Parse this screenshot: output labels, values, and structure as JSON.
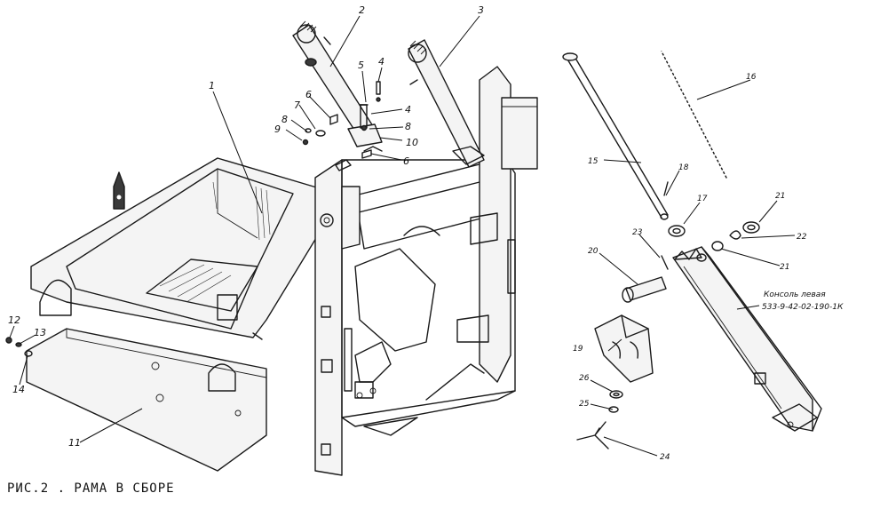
{
  "caption": "РИС.2 . РАМА В СБОРЕ",
  "callouts": [
    {
      "id": "c1",
      "text": "1"
    },
    {
      "id": "c2",
      "text": "2"
    },
    {
      "id": "c3",
      "text": "3"
    },
    {
      "id": "c4a",
      "text": "4"
    },
    {
      "id": "c4b",
      "text": "4"
    },
    {
      "id": "c5",
      "text": "5"
    },
    {
      "id": "c6a",
      "text": "6"
    },
    {
      "id": "c6b",
      "text": "6"
    },
    {
      "id": "c7",
      "text": "7"
    },
    {
      "id": "c8a",
      "text": "8"
    },
    {
      "id": "c8b",
      "text": "8"
    },
    {
      "id": "c9",
      "text": "9"
    },
    {
      "id": "c10",
      "text": "10"
    },
    {
      "id": "c11",
      "text": "11"
    },
    {
      "id": "c12",
      "text": "12"
    },
    {
      "id": "c13",
      "text": "13"
    },
    {
      "id": "c14",
      "text": "14"
    },
    {
      "id": "c15",
      "text": "15"
    },
    {
      "id": "c16",
      "text": "16"
    },
    {
      "id": "c17",
      "text": "17"
    },
    {
      "id": "c18",
      "text": "18"
    },
    {
      "id": "c19",
      "text": "19"
    },
    {
      "id": "c20",
      "text": "20"
    },
    {
      "id": "c21a",
      "text": "21"
    },
    {
      "id": "c21b",
      "text": "21"
    },
    {
      "id": "c22",
      "text": "22"
    },
    {
      "id": "c23",
      "text": "23"
    },
    {
      "id": "c24",
      "text": "24"
    },
    {
      "id": "c25",
      "text": "25"
    },
    {
      "id": "c26",
      "text": "26"
    }
  ],
  "console_note": {
    "title": "Консоль левая",
    "code": "533-9-42-02-190-1К"
  }
}
